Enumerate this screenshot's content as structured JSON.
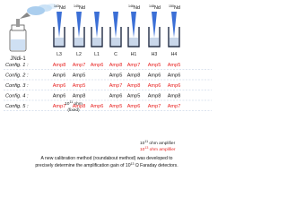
{
  "sample": {
    "label": "JNdi-1"
  },
  "isotopes": [
    {
      "mass": "143",
      "element": "Nd"
    },
    {
      "mass": "145",
      "element": "Nd"
    },
    {
      "mass": "146",
      "element": "Nd"
    },
    {
      "mass": "148",
      "element": "Nd"
    },
    {
      "mass": "150",
      "element": "Nd"
    }
  ],
  "detectors": [
    "L3",
    "L2",
    "L1",
    "C",
    "H1",
    "H3",
    "H4"
  ],
  "configurations": [
    {
      "label": "Config. 1 :",
      "cells": [
        {
          "text": "Amp8",
          "color": "red"
        },
        {
          "text": "Amp7",
          "color": "red"
        },
        {
          "text": "Amp6",
          "color": "red"
        },
        {
          "text": "Amp8",
          "color": "red"
        },
        {
          "text": "Amp7",
          "color": "red"
        },
        {
          "text": "Amp5",
          "color": "red"
        },
        {
          "text": "Amp5",
          "color": "red"
        }
      ]
    },
    {
      "label": "Config. 2 :",
      "cells": [
        {
          "text": "Amp6",
          "color": "black"
        },
        {
          "text": "Amp5",
          "color": "black"
        },
        {
          "text": "",
          "color": "black"
        },
        {
          "text": "Amp5",
          "color": "black"
        },
        {
          "text": "Amp8",
          "color": "black"
        },
        {
          "text": "Amp6",
          "color": "black"
        },
        {
          "text": "Amp6",
          "color": "black"
        }
      ]
    },
    {
      "label": "Config. 3 :",
      "cells": [
        {
          "text": "Amp6",
          "color": "red"
        },
        {
          "text": "Amp5",
          "color": "red"
        },
        {
          "text": "",
          "color": "black"
        },
        {
          "text": "Amp7",
          "color": "red"
        },
        {
          "text": "Amp8",
          "color": "red"
        },
        {
          "text": "Amp6",
          "color": "red"
        },
        {
          "text": "Amp6",
          "color": "red"
        }
      ]
    },
    {
      "label": "Config. 4 :",
      "cells": [
        {
          "text": "Amp6",
          "color": "black"
        },
        {
          "text": "Amp8",
          "color": "black"
        },
        {
          "text": "",
          "color": "black"
        },
        {
          "text": "Amp6",
          "color": "black"
        },
        {
          "text": "Amp5",
          "color": "black"
        },
        {
          "text": "Amp8",
          "color": "black"
        },
        {
          "text": "Amp8",
          "color": "black"
        }
      ]
    },
    {
      "label": "Config. 5 :",
      "cells": [
        {
          "text": "Amp7",
          "color": "red"
        },
        {
          "text": "Amp8",
          "color": "red"
        },
        {
          "text": "Amp6",
          "color": "red"
        },
        {
          "text": "Amp5",
          "color": "red"
        },
        {
          "text": "Amp6",
          "color": "red"
        },
        {
          "text": "Amp7",
          "color": "red"
        },
        {
          "text": "Amp7",
          "color": "red"
        }
      ]
    }
  ],
  "fixed_note": {
    "line1_base": "10",
    "line1_exp": "11",
    "line1_rest": " ohm",
    "line2": "(fixed)"
  },
  "legend": [
    {
      "base": "10",
      "exp": "11",
      "rest": " ohm amplifier",
      "color": "#1a1a1a"
    },
    {
      "base": "10",
      "exp": "13",
      "rest": " ohm amplifier",
      "color": "#e8201f"
    }
  ],
  "caption": {
    "line1": "A new calibration method (roundabout method) was developed to",
    "line2_a": "precisely determine the amplification gain of 10",
    "line2_exp": "13",
    "line2_b": " Ω Faraday detectors."
  },
  "colors": {
    "red": "#e8201f",
    "black": "#1a1a1a",
    "beam": "#3b6fd6",
    "cup_fill": "#c9d7ea",
    "divider": "#b9c9e0"
  }
}
